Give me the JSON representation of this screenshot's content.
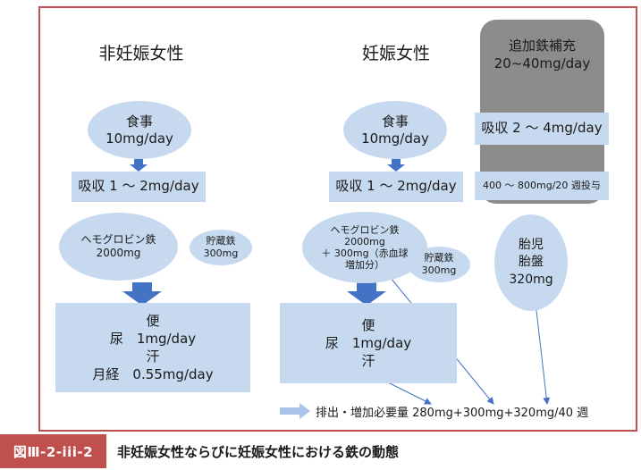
{
  "left": {
    "heading": "非妊娠女性",
    "meal_line1": "食事",
    "meal_line2": "10mg/day",
    "absorption": "吸収 1 ～ 2mg/day",
    "hemoglobin_line1": "ヘモグロビン鉄",
    "hemoglobin_line2": "2000mg",
    "storage_line1": "貯蔵鉄",
    "storage_line2": "300mg",
    "excretion_line1": "便",
    "excretion_line2": "尿　1mg/day",
    "excretion_line3": "汗",
    "excretion_line4": "月経　0.55mg/day"
  },
  "right": {
    "heading": "妊娠女性",
    "meal_line1": "食事",
    "meal_line2": "10mg/day",
    "absorption": "吸収 1 ～ 2mg/day",
    "hemoglobin_line1": "ヘモグロビン鉄",
    "hemoglobin_line2": "2000mg",
    "hemoglobin_line3": "＋ 300mg（赤血球",
    "hemoglobin_line4": "増加分）",
    "storage_line1": "貯蔵鉄",
    "storage_line2": "300mg",
    "excretion_line1": "便",
    "excretion_line2": "尿　1mg/day",
    "excretion_line3": "汗"
  },
  "supplement": {
    "line1": "追加鉄補充",
    "line2": "20~40mg/day",
    "absorption": "吸収 2 ～ 4mg/day",
    "total_dose": "400 ～ 800mg/20 週投与"
  },
  "fetus": {
    "line1": "胎児",
    "line2": "胎盤",
    "line3": "320mg"
  },
  "summary": "排出・増加必要量 280mg+300mg+320mg/40 週",
  "caption": {
    "tag": "図Ⅲ-2-iii-2",
    "text": "非妊娠女性ならびに妊娠女性における鉄の動態"
  },
  "colors": {
    "frame": "#c0504d",
    "shape_fill": "#c6d9ef",
    "arrow": "#4472c4",
    "panel": "#8c8c8c"
  }
}
